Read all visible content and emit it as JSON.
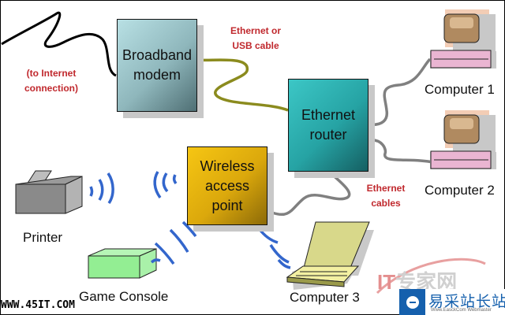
{
  "title": "Home network diagram",
  "nodes": {
    "modem": {
      "label": "Broadband modem",
      "lines": [
        "Broadband",
        "modem"
      ],
      "color": "#8fb7bc"
    },
    "router": {
      "label": "Ethernet router",
      "lines": [
        "Ethernet",
        "router"
      ],
      "color": "#26a3a4"
    },
    "access_point": {
      "label": "Wireless access point",
      "lines": [
        "Wireless",
        "access",
        "point"
      ],
      "color": "#dba80c"
    },
    "computer1": {
      "label": "Computer 1"
    },
    "computer2": {
      "label": "Computer 2"
    },
    "computer3": {
      "label": "Computer 3"
    },
    "printer": {
      "label": "Printer"
    },
    "game_console": {
      "label": "Game Console"
    }
  },
  "annotations": {
    "internet": [
      "(to Internet",
      "connection)"
    ],
    "modem_cable": [
      "Ethernet or",
      "USB cable"
    ],
    "router_cables": [
      "Ethernet",
      "cables"
    ],
    "color": "#c0282d"
  },
  "connections": [
    {
      "from": "internet",
      "to": "modem",
      "type": "wired",
      "color": "#000000"
    },
    {
      "from": "modem",
      "to": "router",
      "type": "Ethernet or USB cable",
      "color": "#8b8b1e"
    },
    {
      "from": "router",
      "to": "computer1",
      "type": "Ethernet cable",
      "color": "#808080"
    },
    {
      "from": "router",
      "to": "computer2",
      "type": "Ethernet cable",
      "color": "#808080"
    },
    {
      "from": "router",
      "to": "access_point",
      "type": "Ethernet cable",
      "color": "#808080"
    },
    {
      "from": "access_point",
      "to": "printer",
      "type": "wireless",
      "color": "#3366cc"
    },
    {
      "from": "access_point",
      "to": "game_console",
      "type": "wireless",
      "color": "#3366cc"
    },
    {
      "from": "access_point",
      "to": "computer3",
      "type": "wireless",
      "color": "#3366cc"
    }
  ],
  "watermarks": {
    "url": "WWW.45IT.COM",
    "it_logo_prefix": "IT",
    "it_logo_suffix": "专家网",
    "site_name": "易采站长站",
    "site_sub": "Www.EasckCom Webmaster"
  }
}
